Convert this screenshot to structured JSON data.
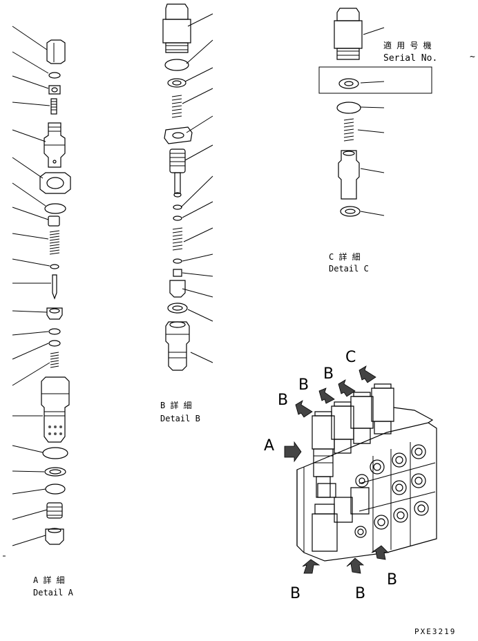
{
  "detail_a": {
    "label_jp": "A 詳 細",
    "label_en": "Detail A"
  },
  "detail_b": {
    "label_jp": "B 詳 細",
    "label_en": "Detail B"
  },
  "detail_c": {
    "label_jp": "C 詳 細",
    "label_en": "Detail C"
  },
  "serial_box": {
    "label_jp": "適 用 号 機",
    "label_en": "Serial No.",
    "range_symbol": "~"
  },
  "callouts": {
    "a": "A",
    "b1": "B",
    "b2": "B",
    "b3": "B",
    "b4": "B",
    "b5": "B",
    "b6": "B",
    "c": "C"
  },
  "drawing_code": "PXE3219"
}
